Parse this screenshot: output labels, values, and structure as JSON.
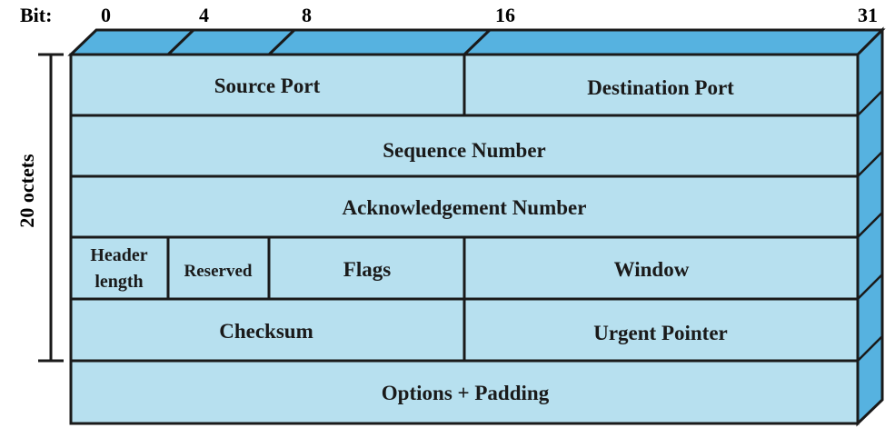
{
  "bit_axis": {
    "caption": "Bit:",
    "ticks": [
      "0",
      "4",
      "8",
      "16",
      "31"
    ]
  },
  "side_label": "20 octets",
  "fields": {
    "source_port": "Source Port",
    "destination_port": "Destination Port",
    "sequence_number": "Sequence Number",
    "acknowledgement_number": "Acknowledgement Number",
    "header_length_line1": "Header",
    "header_length_line2": "length",
    "reserved": "Reserved",
    "flags": "Flags",
    "window": "Window",
    "checksum": "Checksum",
    "urgent_pointer": "Urgent Pointer",
    "options_padding": "Options + Padding"
  },
  "colors": {
    "face_fill": "#b7e0ef",
    "top_fill": "#56b2e0",
    "side_fill": "#56b2e0",
    "stroke": "#1a1a1a"
  }
}
